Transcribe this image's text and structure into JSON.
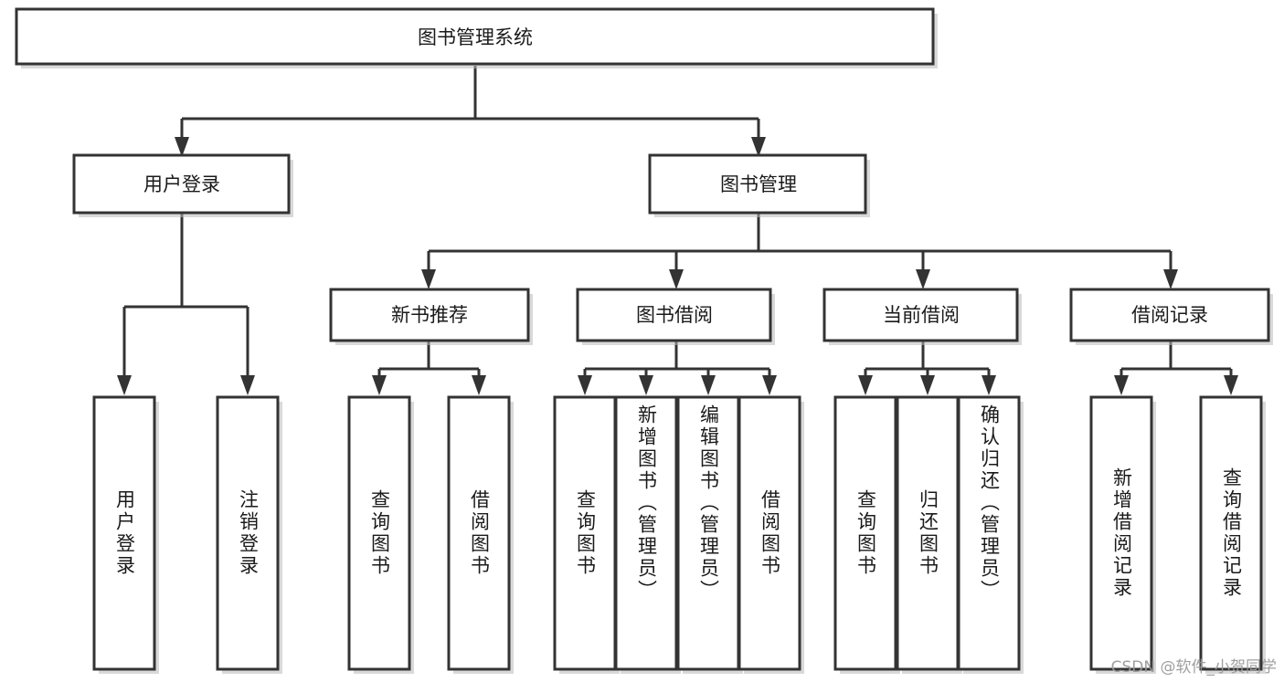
{
  "diagram": {
    "type": "tree",
    "title": "图书管理系统",
    "background_color": "#ffffff",
    "line_color": "#333333",
    "box_fill": "#ffffff",
    "root": {
      "label": "图书管理系统"
    },
    "level2": [
      {
        "label": "用户登录"
      },
      {
        "label": "图书管理"
      }
    ],
    "level3": [
      {
        "label": "新书推荐"
      },
      {
        "label": "图书借阅"
      },
      {
        "label": "当前借阅"
      },
      {
        "label": "借阅记录"
      }
    ],
    "leaves": {
      "user_login": [
        {
          "label": "用户登录"
        },
        {
          "label": "注销登录"
        }
      ],
      "new_book_recommend": [
        {
          "label": "查询图书"
        },
        {
          "label": "借阅图书"
        }
      ],
      "book_borrow": [
        {
          "label": "查询图书"
        },
        {
          "label": "新增图书（管理员）"
        },
        {
          "label": "编辑图书（管理员）"
        },
        {
          "label": "借阅图书"
        }
      ],
      "current_borrow": [
        {
          "label": "查询图书"
        },
        {
          "label": "归还图书"
        },
        {
          "label": "确认归还（管理员）"
        }
      ],
      "borrow_record": [
        {
          "label": "新增借阅记录"
        },
        {
          "label": "查询借阅记录"
        }
      ]
    }
  },
  "watermark": {
    "text": "CSDN @软件_小贺同学"
  }
}
